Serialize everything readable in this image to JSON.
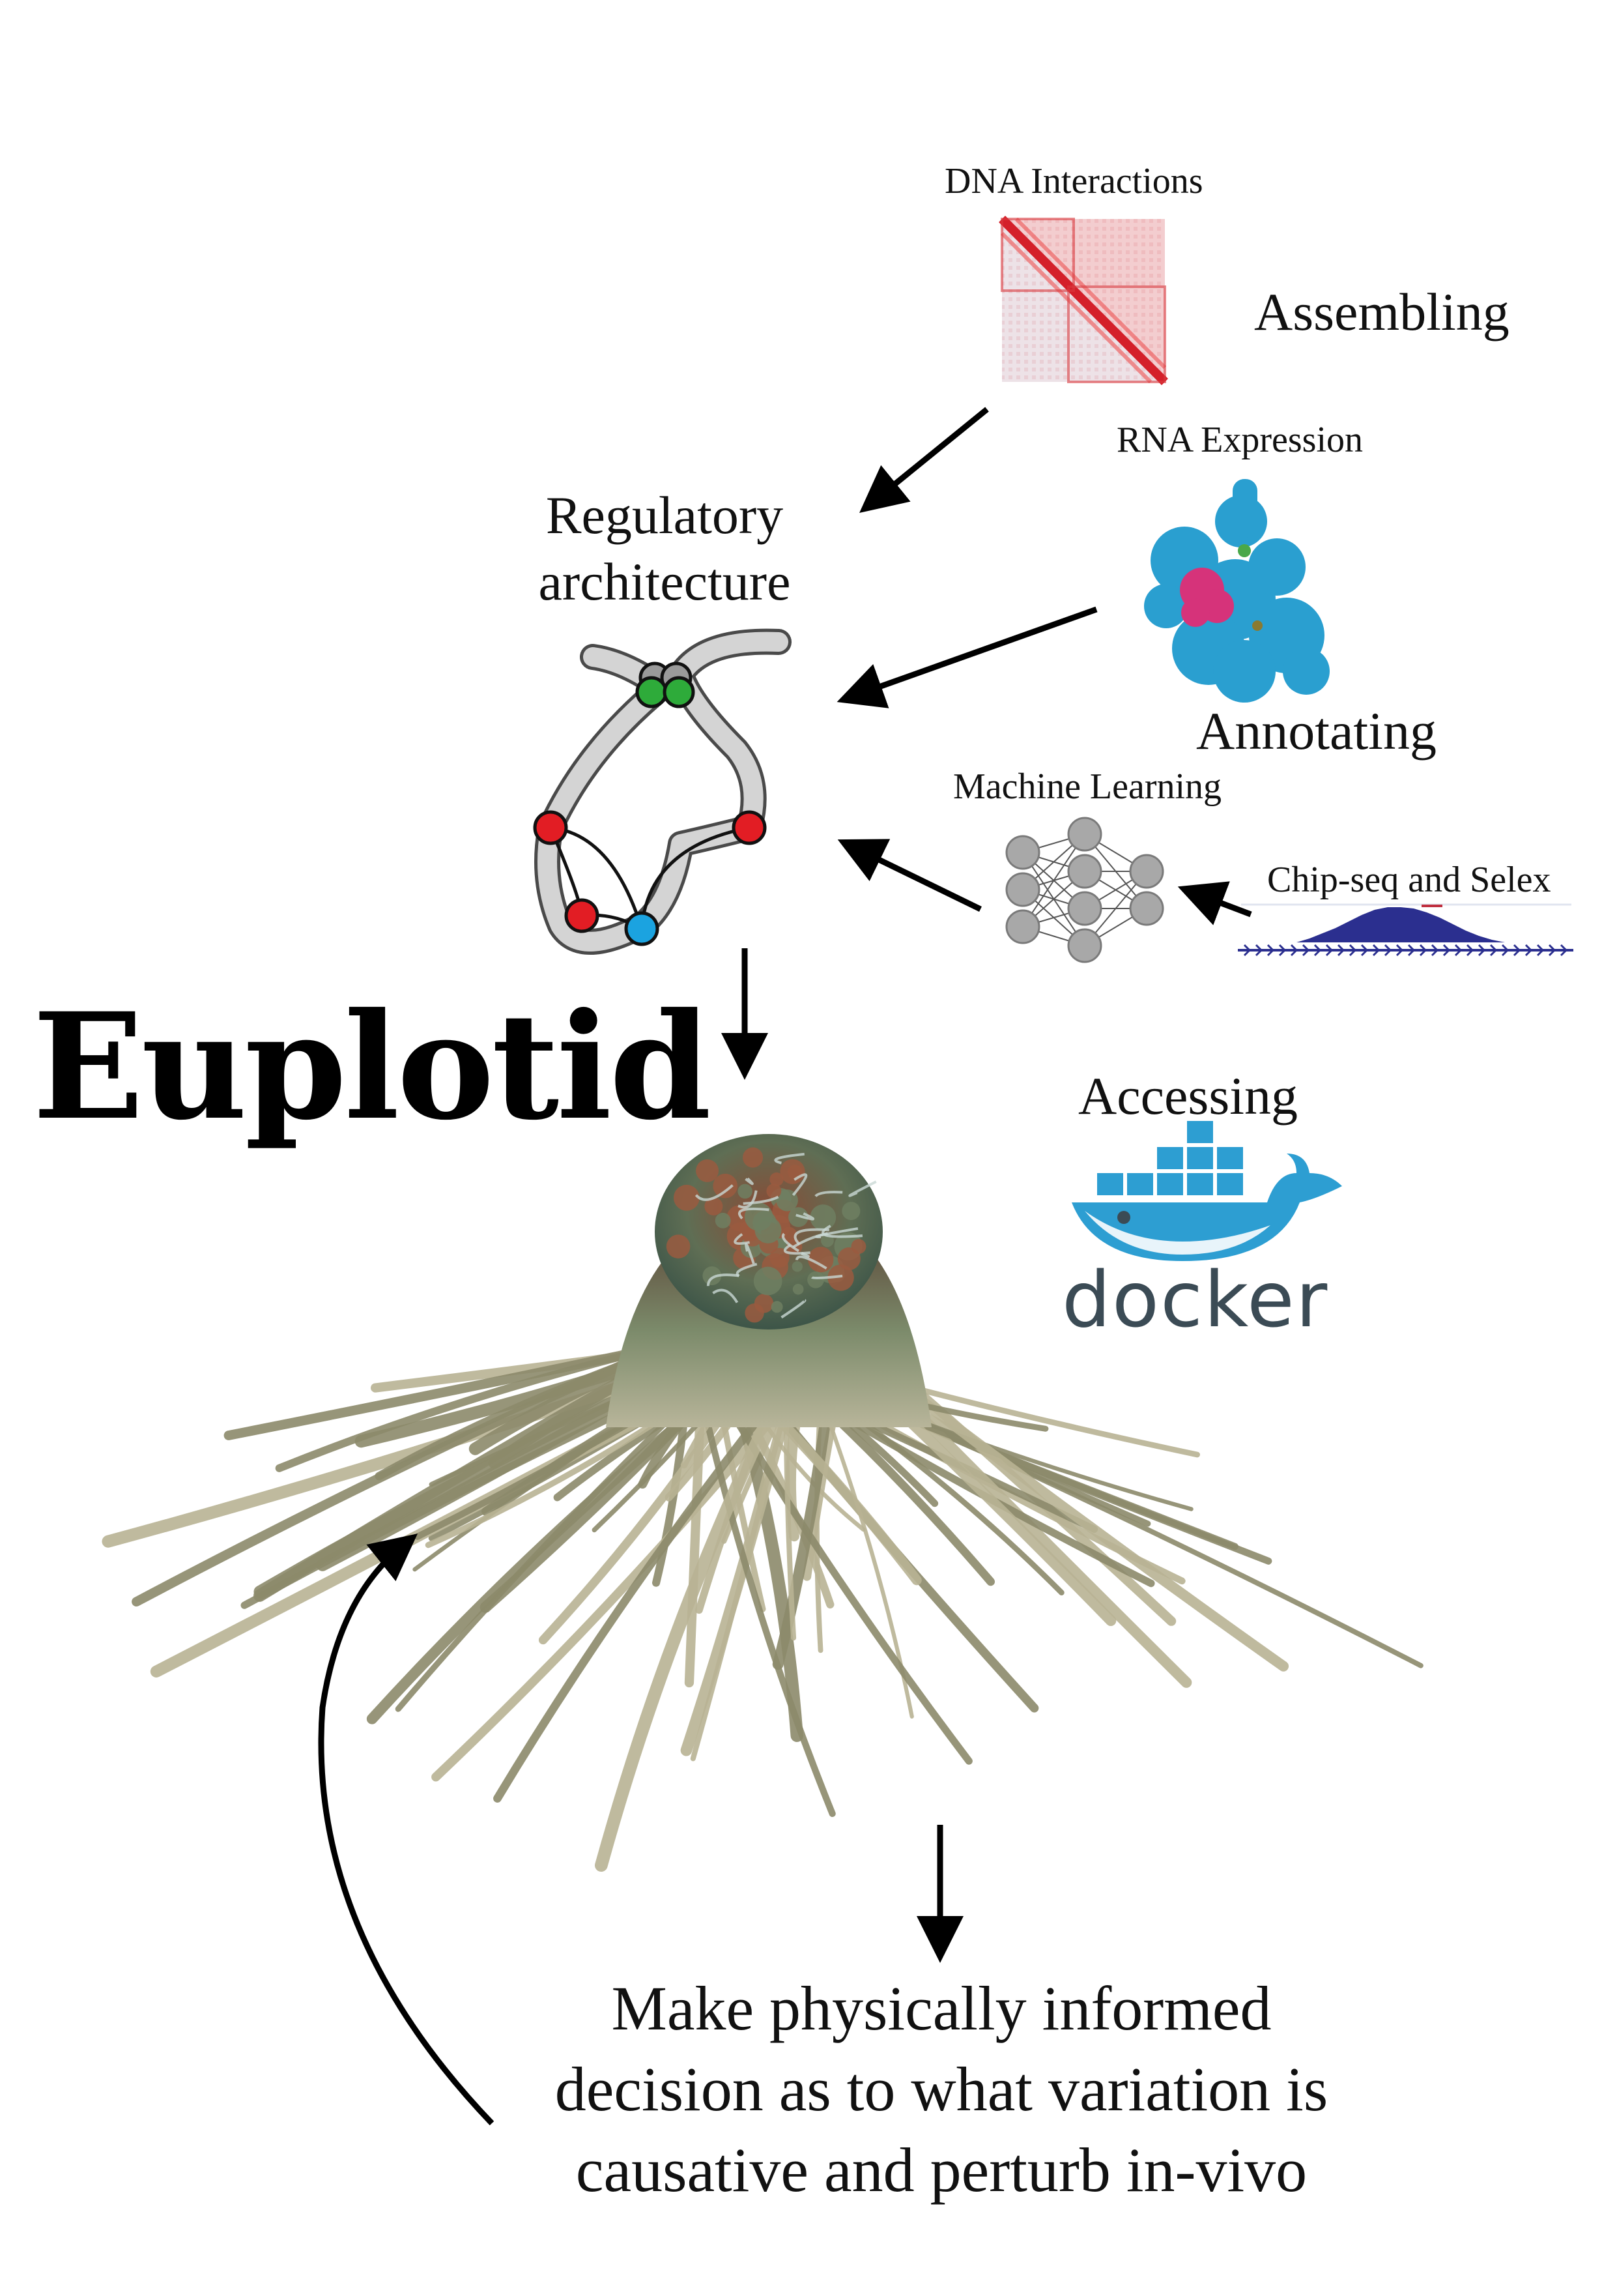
{
  "title": "Euplotid",
  "labels": {
    "dna_interactions": "DNA Interactions",
    "assembling": "Assembling",
    "rna_expression": "RNA Expression",
    "regulatory_line1": "Regulatory",
    "regulatory_line2": "architecture",
    "annotating": "Annotating",
    "machine_learning": "Machine Learning",
    "chip_seq": "Chip-seq and Selex",
    "accessing": "Accessing",
    "docker": "docker"
  },
  "conclusion": {
    "line1": "Make physically informed",
    "line2": "decision as to what variation is",
    "line3": "causative and perturb in-vivo"
  },
  "colors": {
    "heatmap": "#e0484a",
    "protein": "#2a9fd0",
    "protein_accent": "#d6337a",
    "node_red": "#e21d24",
    "node_green": "#2eab3a",
    "node_blue": "#1ba3e0",
    "node_grey": "#9a9a9a",
    "chip_peak": "#2b2f8f",
    "docker_blue": "#2d9ed2",
    "docker_text": "#3b4b55",
    "cell": "#8c8a6a"
  },
  "icons": [
    "hic-heatmap",
    "protein-structure",
    "chromatin-loop",
    "neural-network",
    "chip-peak",
    "docker-whale",
    "cell-image"
  ]
}
